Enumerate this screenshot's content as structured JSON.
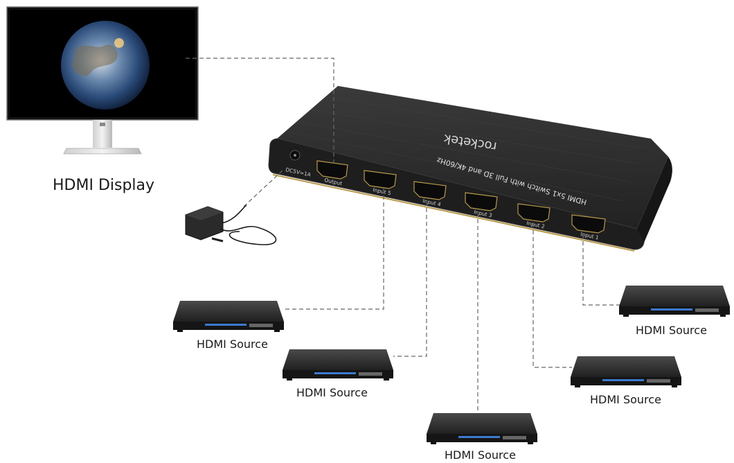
{
  "display": {
    "label": "HDMI Display"
  },
  "switch": {
    "brand": "rocketek",
    "model_text": "HDMI 5x1 Switch with Full 3D and 4K/60Hz",
    "power_label": "DC5V=1A",
    "ports": [
      {
        "label": "Output"
      },
      {
        "label": "Input 5"
      },
      {
        "label": "Input 4"
      },
      {
        "label": "Input 3"
      },
      {
        "label": "Input 2"
      },
      {
        "label": "Input 1"
      }
    ]
  },
  "sources": [
    {
      "label": "HDMI Source"
    },
    {
      "label": "HDMI Source"
    },
    {
      "label": "HDMI Source"
    },
    {
      "label": "HDMI Source"
    },
    {
      "label": "HDMI Source"
    }
  ],
  "colors": {
    "switch_body": "#2a2a2a",
    "switch_front": "#1c1c1c",
    "accent_gold": "#b89a4a",
    "port": "#111111",
    "line": "#666666"
  }
}
